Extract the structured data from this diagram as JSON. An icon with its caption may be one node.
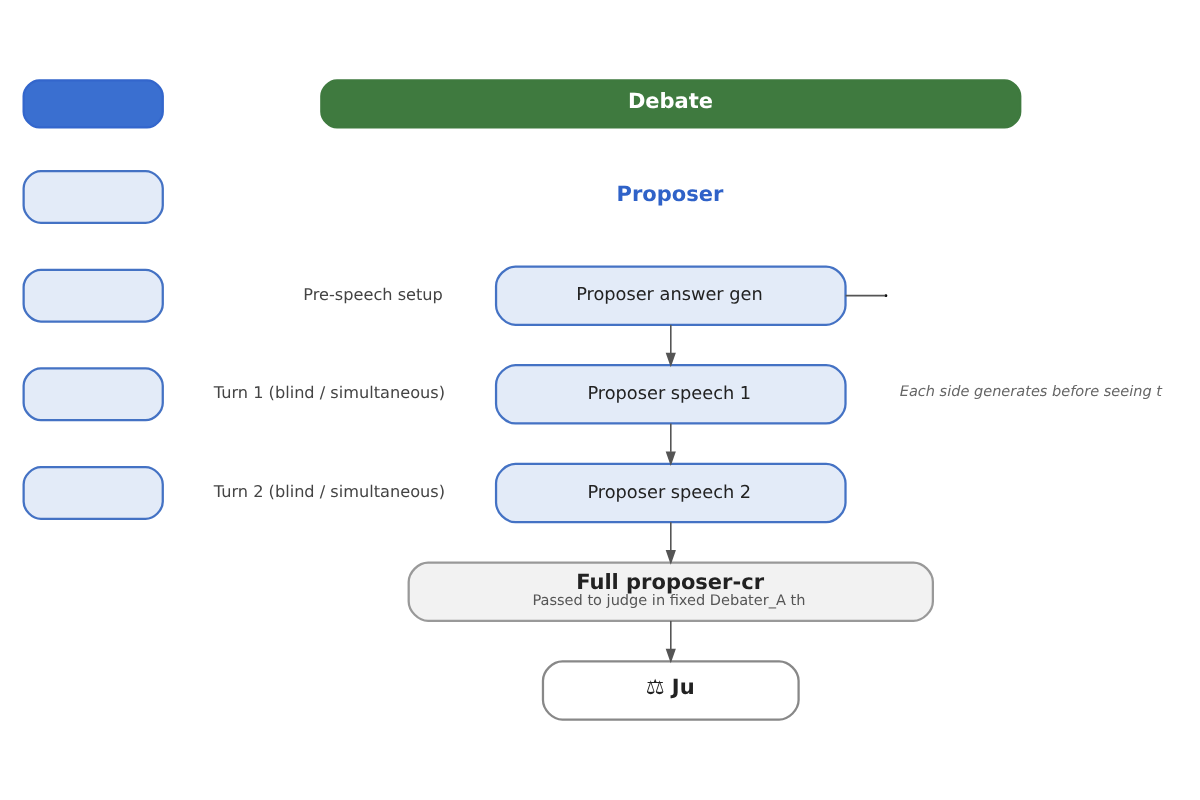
{
  "diagram": {
    "nodes": [
      {
        "text": [],
        "shape": "box"
      },
      {
        "text": [],
        "shape": "box"
      },
      {
        "text": [],
        "shape": "box"
      },
      {
        "text": [],
        "shape": "box"
      },
      {
        "text": [],
        "shape": "box"
      },
      {
        "text": [
          "Debate"
        ]
      },
      {
        "text": [
          "Proposer answer gen"
        ],
        "beside": [
          "Pre-speech setup"
        ]
      },
      {
        "text": [
          "Proposer speech 1"
        ],
        "beside": [
          "Turn 1 (blind / simultaneous)"
        ]
      },
      {
        "text": [
          "Proposer speech 2"
        ],
        "beside": [
          "Turn 2 (blind / simultaneous)"
        ]
      },
      {
        "text": [
          "Full proposer-cr",
          "Passed to judge in fixed Debater_A th"
        ]
      },
      {
        "text": [
          "⚖ Ju"
        ]
      }
    ],
    "edges": [
      {
        "from": 6,
        "to": 7,
        "arrow": "to"
      },
      {
        "from": 6,
        "to": null,
        "arrow": "none"
      },
      {
        "from": 7,
        "to": 8,
        "arrow": "to"
      },
      {
        "from": 8,
        "to": 9,
        "arrow": "to"
      },
      {
        "from": 9,
        "to": 10,
        "arrow": "to"
      }
    ],
    "labels": [
      "Proposer",
      "Each side generates before seeing t"
    ]
  }
}
